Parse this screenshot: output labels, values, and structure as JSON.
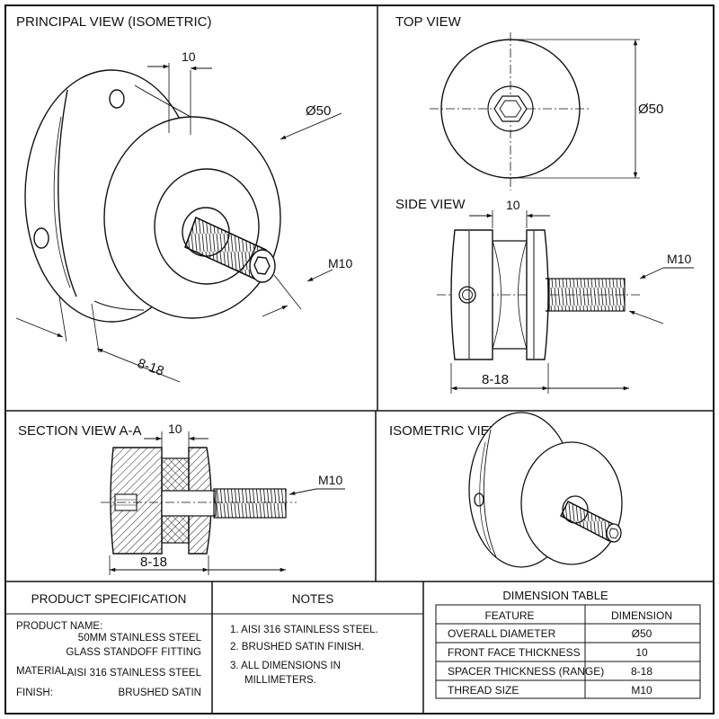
{
  "views": {
    "principal": "PRINCIPAL VIEW (ISOMETRIC)",
    "top": "TOP VIEW",
    "side": "SIDE VIEW",
    "section": "SECTION VIEW A-A",
    "isometric": "ISOMETRIC VIEW"
  },
  "dims": {
    "face": "10",
    "diameter": "Ø50",
    "thread": "M10",
    "spacer": "8-18"
  },
  "spec": {
    "heading": "PRODUCT SPECIFICATION",
    "name_label": "PRODUCT NAME:",
    "name_value_1": "50MM STAINLESS STEEL",
    "name_value_2": "GLASS STANDOFF FITTING",
    "material_label": "MATERIAL:",
    "material_value": "AISI 316 STAINLESS STEEL",
    "finish_label": "FINISH:",
    "finish_value": "BRUSHED SATIN"
  },
  "notes": {
    "heading": "NOTES",
    "n1": "1.  AISI 316 STAINLESS STEEL.",
    "n2": "2.  BRUSHED SATIN FINISH.",
    "n3a": "3.  ALL DIMENSIONS IN",
    "n3b": "MILLIMETERS."
  },
  "dimension_table": {
    "title": "DIMENSION TABLE",
    "col_feature": "FEATURE",
    "col_dimension": "DIMENSION",
    "rows": [
      {
        "feature": "OVERALL DIAMETER",
        "dimension": "Ø50"
      },
      {
        "feature": "FRONT FACE THICKNESS",
        "dimension": "10"
      },
      {
        "feature": "SPACER THICKNESS (RANGE)",
        "dimension": "8-18"
      },
      {
        "feature": "THREAD SIZE",
        "dimension": "M10"
      }
    ]
  }
}
